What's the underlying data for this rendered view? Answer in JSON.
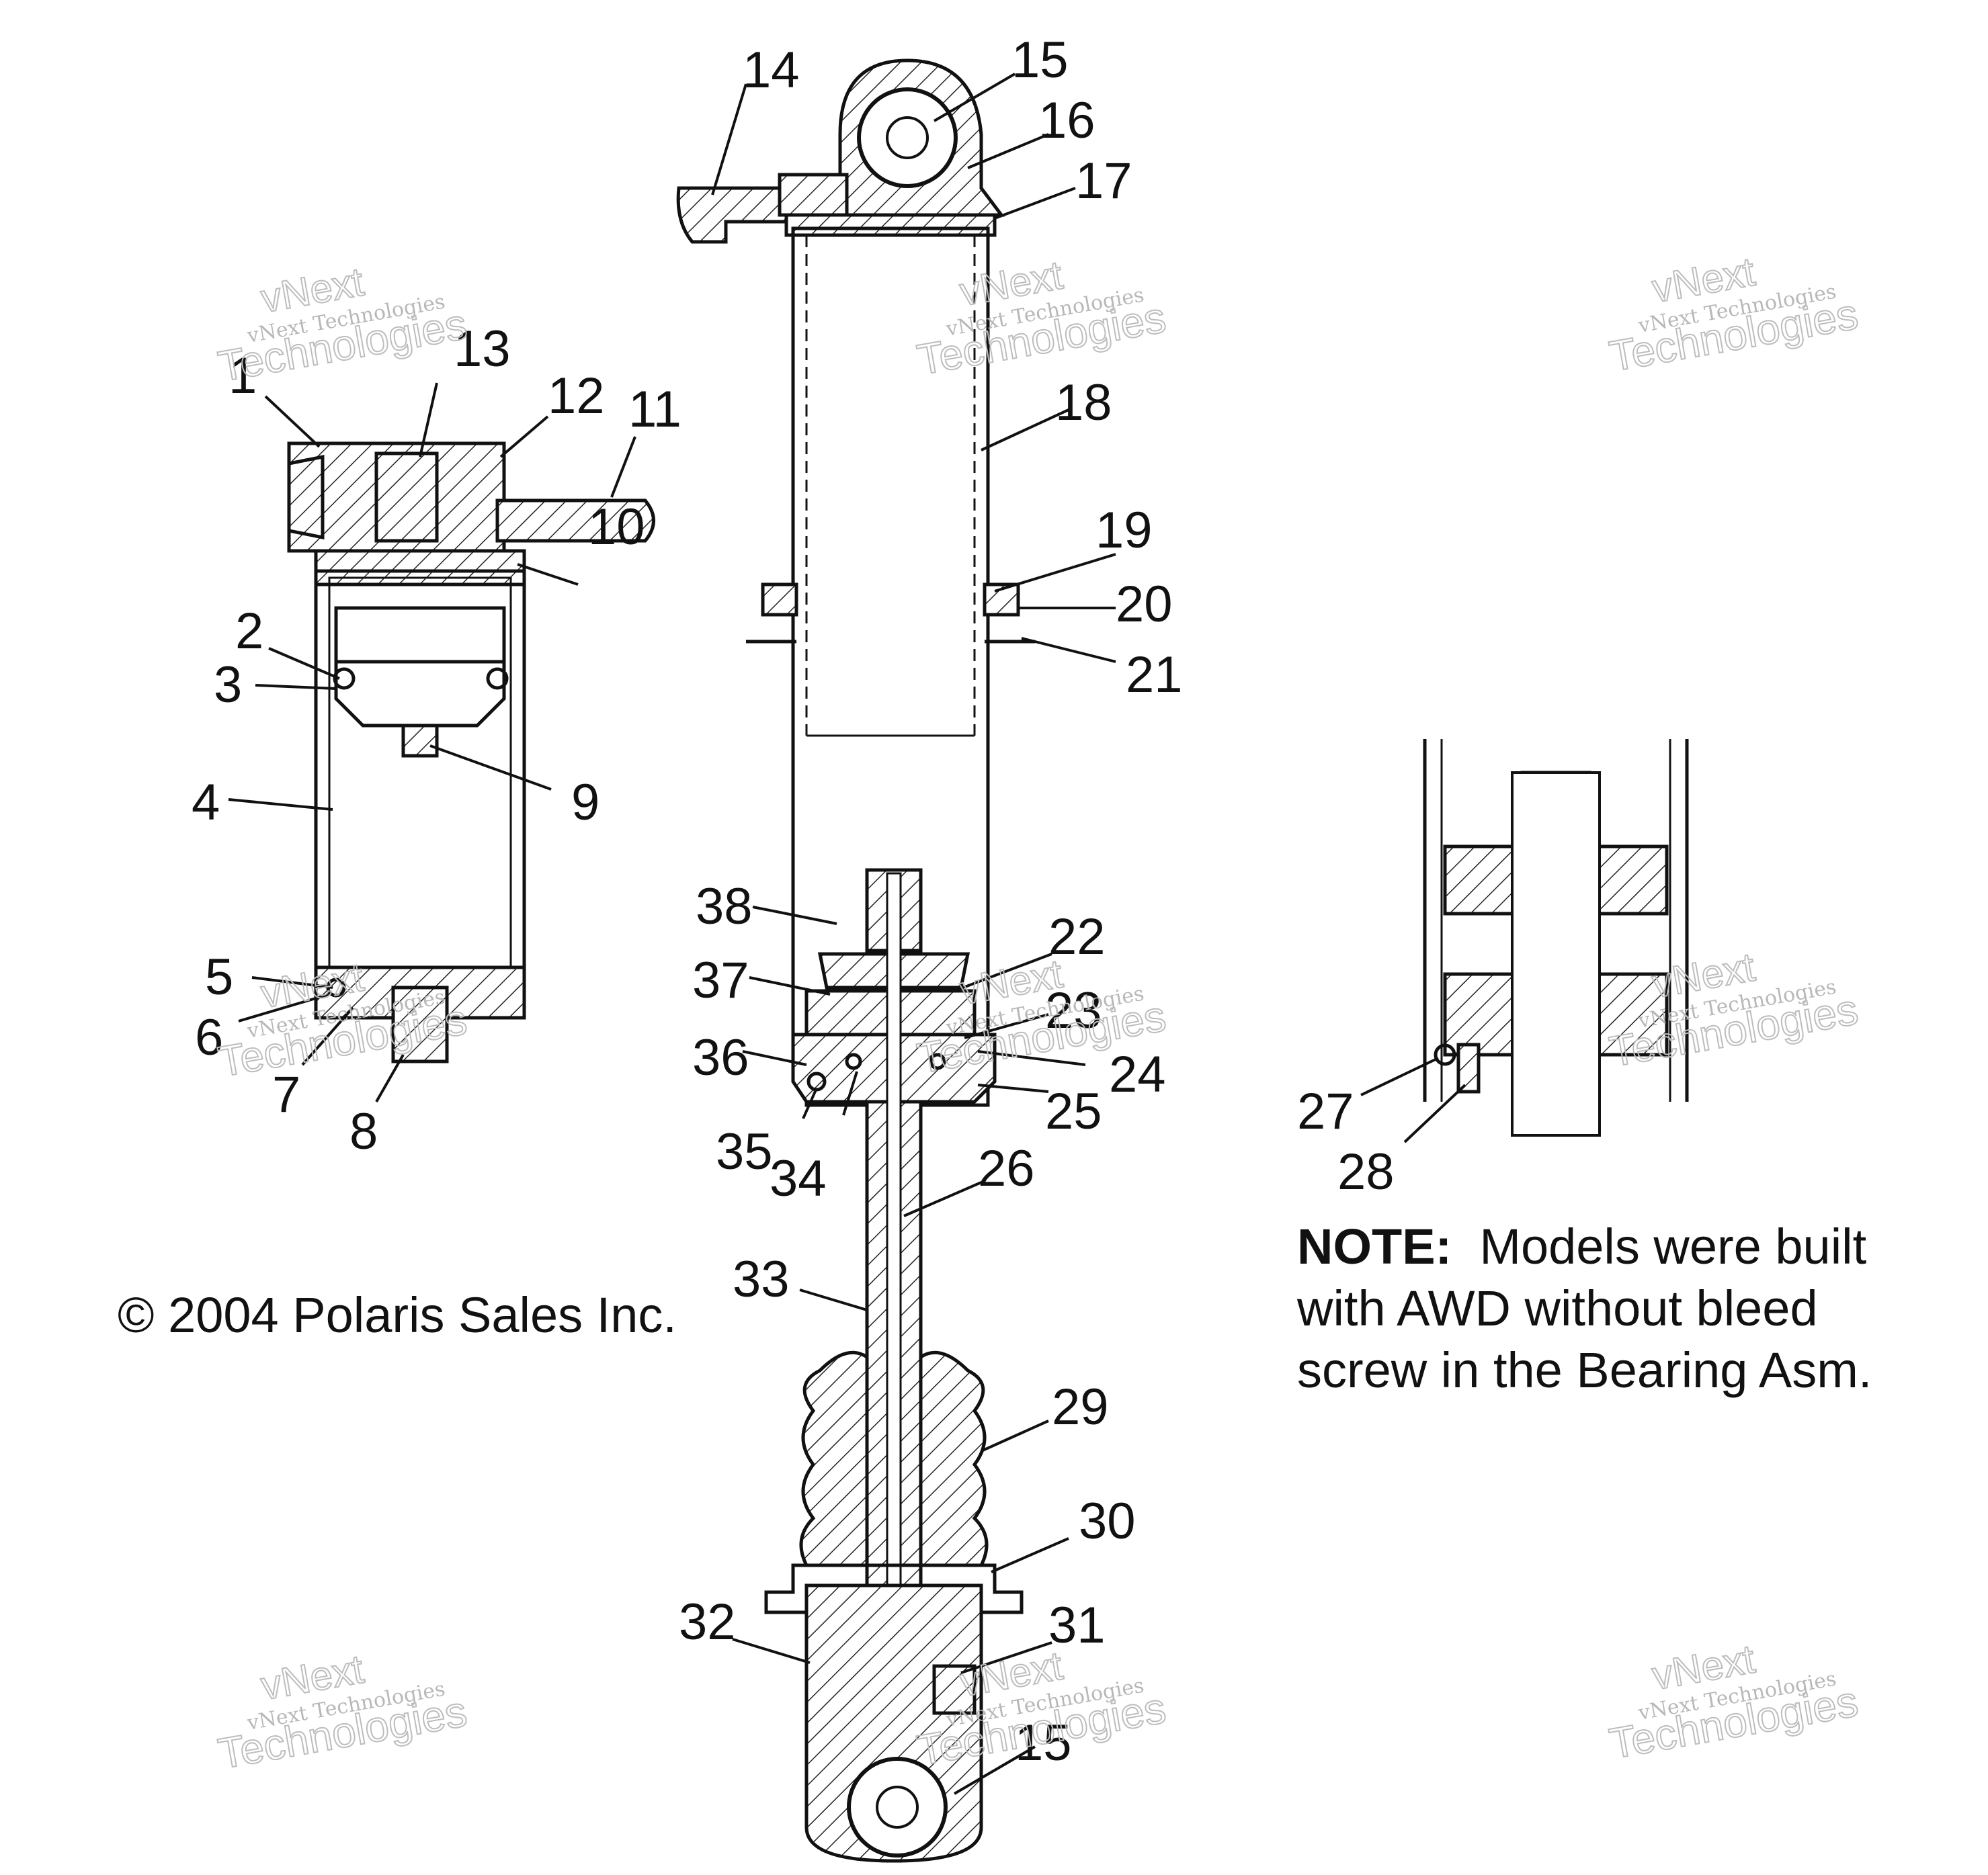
{
  "callouts": [
    "1",
    "2",
    "3",
    "4",
    "5",
    "6",
    "7",
    "8",
    "9",
    "10",
    "11",
    "12",
    "13",
    "14",
    "15",
    "16",
    "17",
    "18",
    "19",
    "20",
    "21",
    "22",
    "23",
    "24",
    "25",
    "26",
    "27",
    "28",
    "29",
    "30",
    "31",
    "32",
    "33",
    "34",
    "35",
    "36",
    "37",
    "38",
    "15"
  ],
  "watermark": {
    "line1": "vNext Technologies",
    "line2": "vNext",
    "line3": "Technologies"
  },
  "copyright": "© 2004 Polaris Sales Inc.",
  "note": {
    "label": "NOTE:",
    "text": "Models were built with AWD without bleed screw in the Bearing Asm."
  }
}
